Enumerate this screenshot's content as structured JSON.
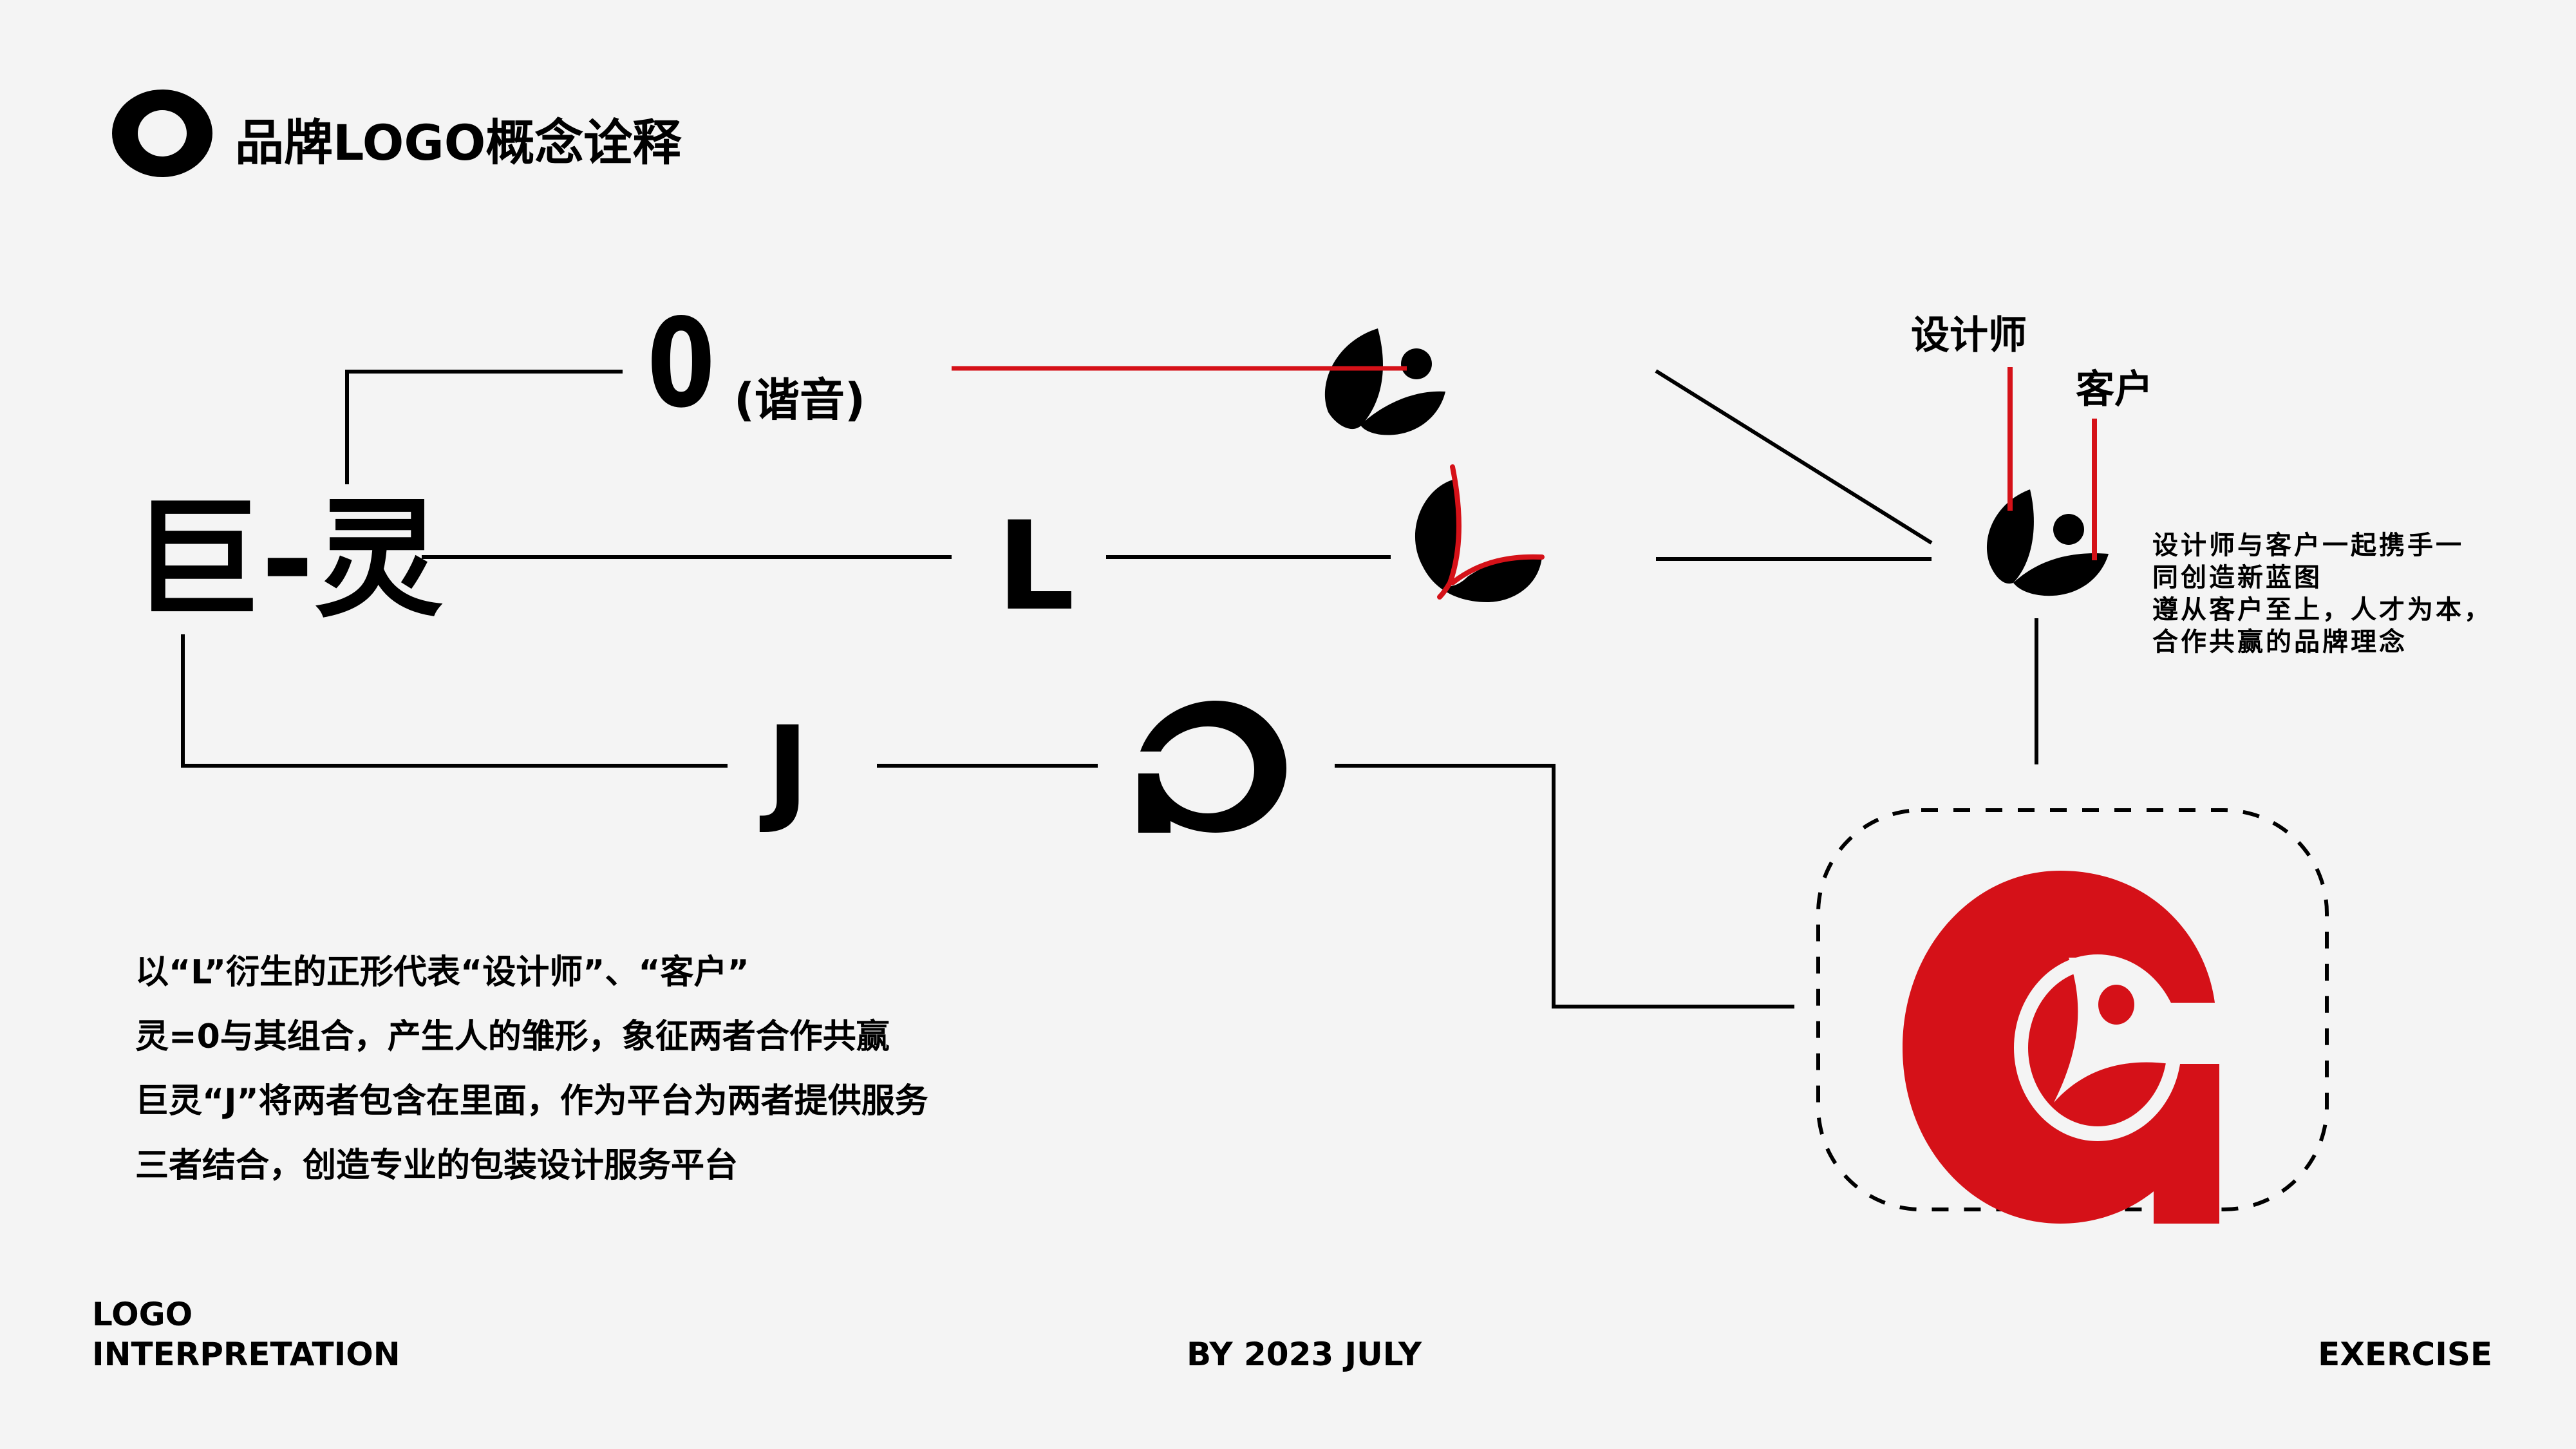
{
  "header": {
    "logo_icon": "ring-icon",
    "title": "品牌LOGO概念诠释"
  },
  "diagram": {
    "source": "巨-灵",
    "branches": [
      {
        "letter": "0",
        "note": "(谐音)",
        "symbol": "leaf-person-icon"
      },
      {
        "letter": "L",
        "symbol": "leaf-l-icon"
      },
      {
        "letter": "J",
        "symbol": "j-ring-icon"
      }
    ],
    "combined": {
      "labels": {
        "designer": "设计师",
        "client": "客户"
      },
      "description": [
        "设计师与客户一起携手一",
        "同创造新蓝图",
        "遵从客户至上，人才为本，",
        "合作共赢的品牌理念"
      ]
    },
    "final_logo": "red-g-logo"
  },
  "explanation": [
    "以“L”衍生的正形代表“设计师”、“客户”",
    "灵=0与其组合，产生人的雏形，象征两者合作共赢",
    "巨灵“J”将两者包含在里面，作为平台为两者提供服务",
    "三者结合，创造专业的包装设计服务平台"
  ],
  "footer": {
    "left_line1": "LOGO",
    "left_line2": "INTERPRETATION",
    "center": "BY 2023 JULY",
    "right": "EXERCISE"
  },
  "colors": {
    "background": "#f4f4f4",
    "ink": "#000000",
    "accent_red": "#d51118"
  }
}
